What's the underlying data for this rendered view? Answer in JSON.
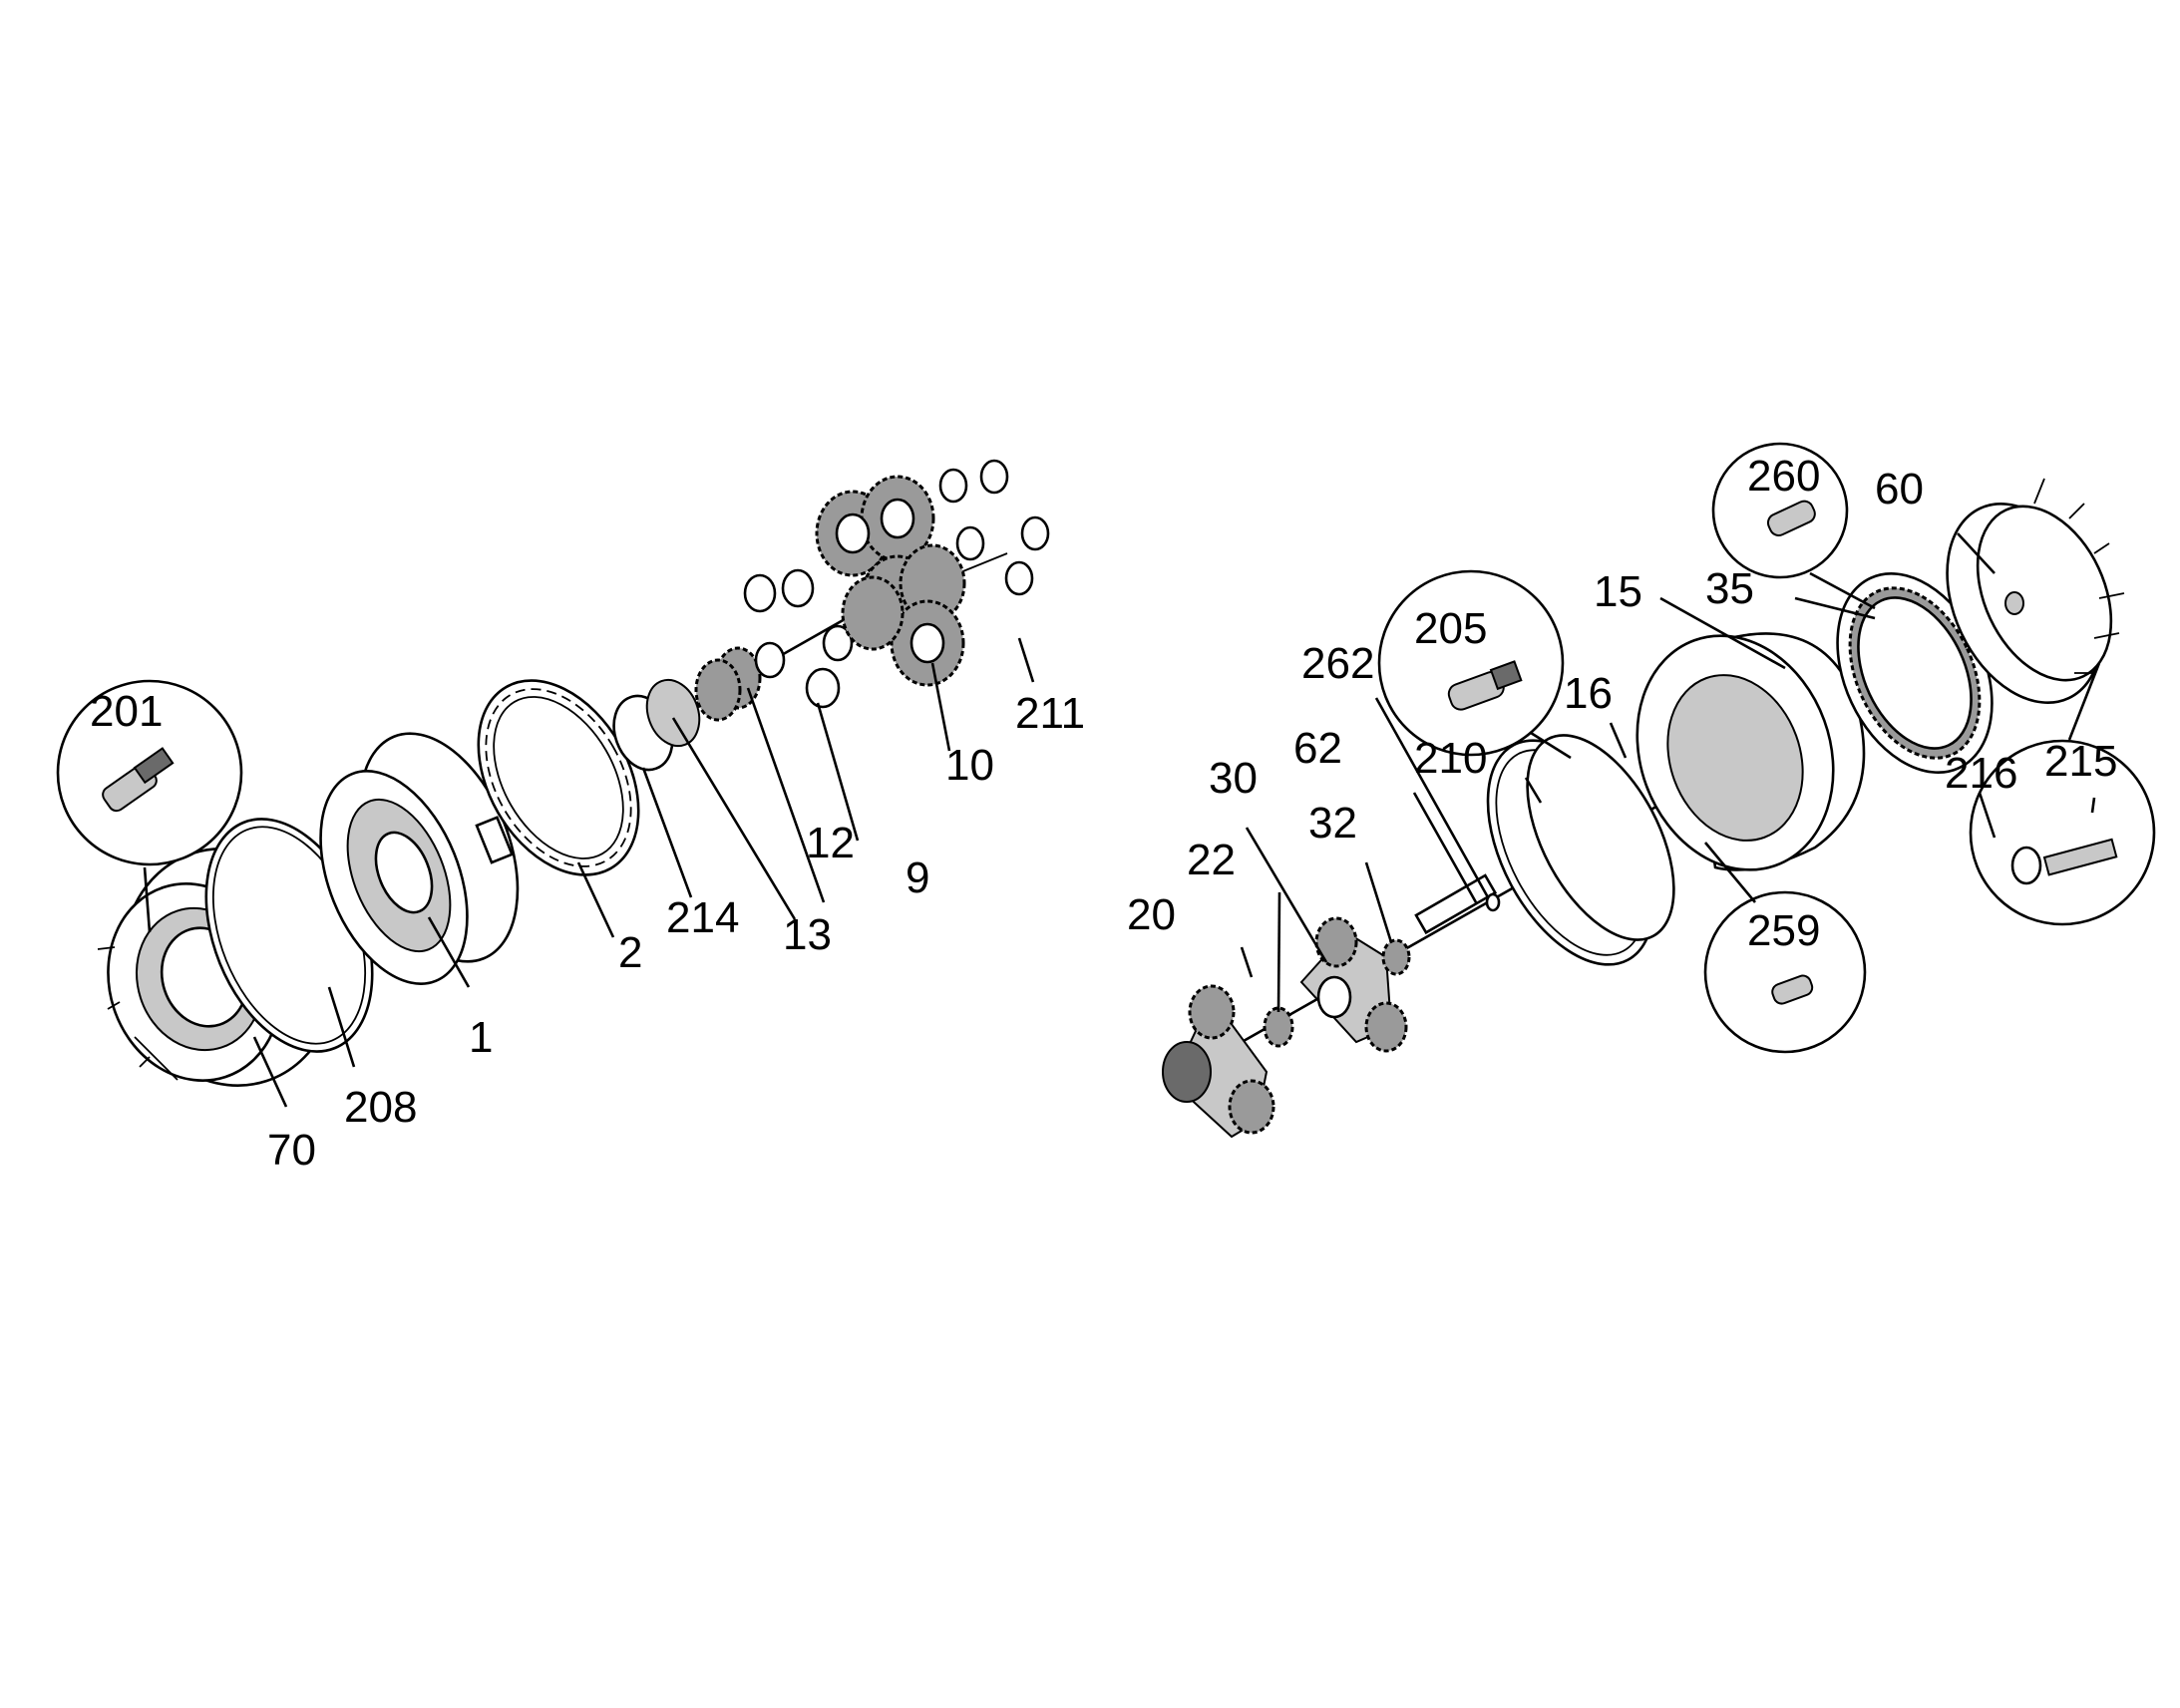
{
  "labels": {
    "l1": "1",
    "l2": "2",
    "l9": "9",
    "l10": "10",
    "l12": "12",
    "l13": "13",
    "l15": "15",
    "l16": "16",
    "l20": "20",
    "l22": "22",
    "l30": "30",
    "l32": "32",
    "l35": "35",
    "l60": "60",
    "l62": "62",
    "l70": "70",
    "l201": "201",
    "l205": "205",
    "l208": "208",
    "l210": "210",
    "l211": "211",
    "l214": "214",
    "l215": "215",
    "l216": "216",
    "l259": "259",
    "l260": "260",
    "l262": "262"
  },
  "colors": {
    "ink": "#000000",
    "background": "#ffffff",
    "shade": "#c8c8c8",
    "gear": "#9a9a9a"
  }
}
